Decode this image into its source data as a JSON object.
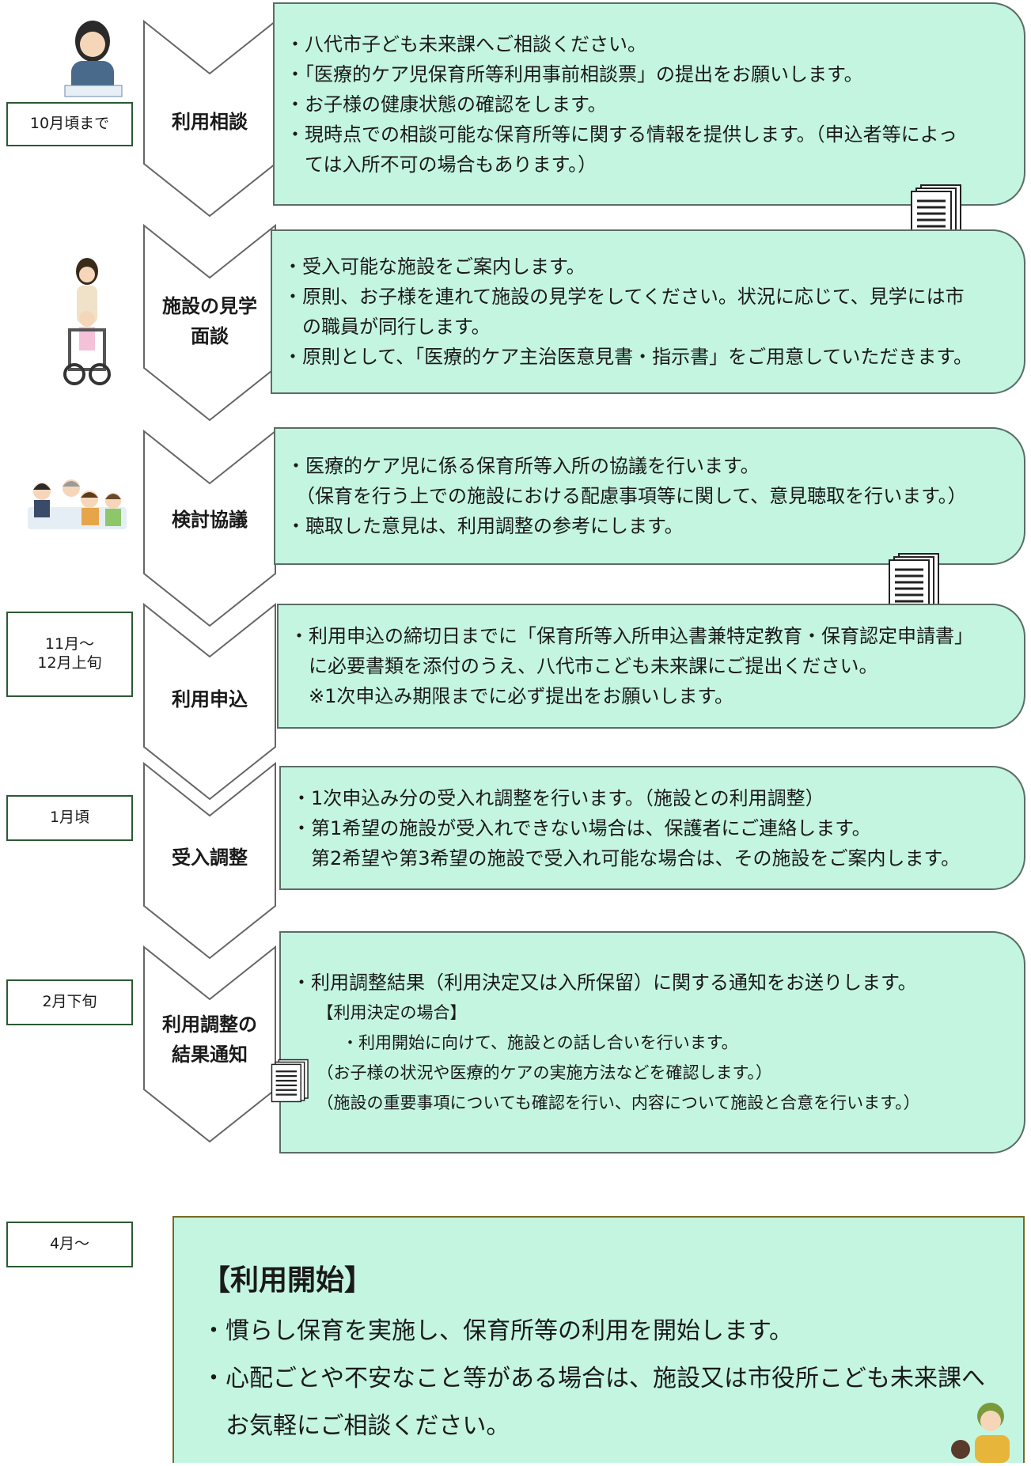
{
  "steps": [
    {
      "period": "10月頃まで",
      "label": "利用相談",
      "lines": [
        "・八代市子ども未来課へご相談ください。",
        "・「医療的ケア児保育所等利用事前相談票」の提出をお願いします。",
        "・お子様の健康状態の確認をします。",
        "・現時点での相談可能な保育所等に関する情報を提供します。（申込者等によっ",
        "　ては入所不可の場合もあります。）"
      ]
    },
    {
      "period": "",
      "label": "施設の見学\n面談",
      "lines": [
        "・受入可能な施設をご案内します。",
        "・原則、お子様を連れて施設の見学をしてください。状況に応じて、見学には市",
        "　の職員が同行します。",
        "・原則として、「医療的ケア主治医意見書・指示書」をご用意していただきます。"
      ]
    },
    {
      "period": "",
      "label": "検討協議",
      "lines": [
        "・医療的ケア児に係る保育所等入所の協議を行います。",
        "　（保育を行う上での施設における配慮事項等に関して、意見聴取を行います。）",
        "・聴取した意見は、利用調整の参考にします。"
      ]
    },
    {
      "period": "11月～\n12月上旬",
      "label": "利用申込",
      "lines": [
        "・利用申込の締切日までに「保育所等入所申込書兼特定教育・保育認定申請書」",
        "　に必要書類を添付のうえ、八代市こども未来課にご提出ください。",
        "　※1次申込み期限までに必ず提出をお願いします。"
      ]
    },
    {
      "period": "1月頃",
      "label": "受入調整",
      "lines": [
        "・1次申込み分の受入れ調整を行います。（施設との利用調整）",
        "・第1希望の施設が受入れできない場合は、保護者にご連絡します。",
        "　第2希望や第3希望の施設で受入れ可能な場合は、その施設をご案内します。"
      ]
    },
    {
      "period": "2月下旬",
      "label": "利用調整の\n結果通知",
      "lines": [
        "・利用調整結果（利用決定又は入所保留）に関する通知をお送りします。",
        "　　【利用決定の場合】",
        "　　　・利用開始に向けて、施設との話し合いを行います。",
        "　　（お子様の状況や医療的ケアの実施方法などを確認します。）",
        "　　（施設の重要事項についても確認を行い、内容について施設と合意を行います。）"
      ]
    }
  ],
  "final": {
    "period": "4月～",
    "title": "【利用開始】",
    "lines": [
      "・慣らし保育を実施し、保育所等の利用を開始します。",
      "・心配ごとや不安なこと等がある場合は、施設又は市役所こども未来課へ",
      "　お気軽にご相談ください。"
    ]
  },
  "colors": {
    "card_fill": "#c4f5e1",
    "period_border": "#2b5a33",
    "final_border": "#7a6a20"
  }
}
